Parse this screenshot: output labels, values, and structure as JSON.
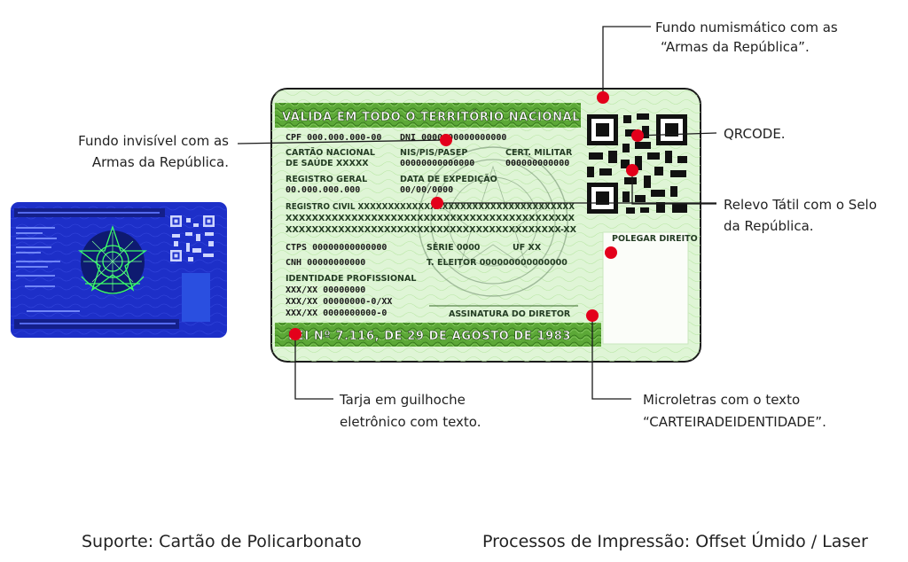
{
  "card": {
    "band_top": "VÁLIDA EM TODO O TERRITÓRIO NACIONAL",
    "band_bottom": "LEI Nº 7.116, DE 29 DE AGOSTO DE 1983",
    "fields": {
      "cpf": "CPF 000.000.000-00",
      "dni": "DNI 0000000000000000",
      "cartao_nacional": "CARTÃO NACIONAL",
      "de_saude": "DE SAÚDE  XXXXX",
      "nis_label": "NIS/PIS/PASEP",
      "nis_value": "00000000000000",
      "cert_label": "CERT. MILITAR",
      "cert_value": "000000000000",
      "rg_label": "REGISTRO GERAL",
      "rg_value": "00.000.000.000",
      "data_label": "DATA DE EXPEDIÇÃO",
      "data_value": "00/00/0000",
      "registro_civil": "REGISTRO CIVIL XXXXXXXXXXXXXXXXXXXXXXXXXXXXXXXXXXXX",
      "xline2": "XXXXXXXXXXXXXXXXXXXXXXXXXXXXXXXXXXXXXXXXXXXX",
      "xline3": "XXXXXXXXXXXXXXXXXXXXXXXXXXXXXXXXXXXXXXXXXX-XX",
      "ctps": "CTPS 00000000000000",
      "serie": "SÉRIE 0000",
      "uf": "UF  XX",
      "cnh": "CNH 00000000000",
      "t_eleitor": "T. ELEITOR 000000000000000",
      "id_prof": "IDENTIDADE PROFISSIONAL",
      "prof1": "XXX/XX 00000000",
      "prof2": "XXX/XX 00000000-0/XX",
      "prof3": "XXX/XX 0000000000-0",
      "assinatura": "ASSINATURA DO DIRETOR",
      "polegar": "POLEGAR DIREITO"
    }
  },
  "annotations": {
    "fundo_num_1": "Fundo numismático com as",
    "fundo_num_2": "“Armas da República”.",
    "fundo_inv_1": "Fundo invisível com as",
    "fundo_inv_2": "Armas da República.",
    "qrcode": "QRCODE.",
    "relevo_1": "Relevo Tátil com o Selo",
    "relevo_2": "da República.",
    "tarja_1": "Tarja em guilhoche",
    "tarja_2": "eletrônico com texto.",
    "micro_1": "Microletras com o texto",
    "micro_2": "“CARTEIRADEIDENTIDADE”."
  },
  "footer": {
    "left": "Suporte: Cartão de Policarbonato",
    "right": "Processos de Impressão: Offset Úmido / Laser"
  },
  "colors": {
    "marker": "#e3001b",
    "card_green": "#dff5d6",
    "band_green": "#4f9a2e",
    "uv_blue": "#1d2fc8"
  }
}
